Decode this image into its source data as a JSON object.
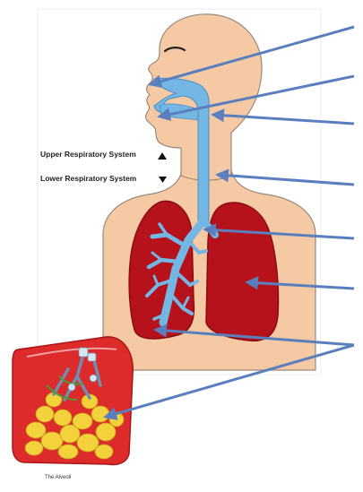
{
  "labels": {
    "upper": "Upper Respiratory System",
    "lower": "Lower Respiratory System",
    "alveoli": "The Alveoli"
  },
  "colors": {
    "skin": "#f4c9a3",
    "skin_outline": "#9a8a7c",
    "airway": "#74b6e4",
    "lung": "#b5121b",
    "lung_dark": "#8a0c12",
    "arrow": "#5a7fbf",
    "alveoli_bg": "#dd2a2a",
    "alveoli_sacs": "#f4d23c"
  },
  "icons": [
    "upward-triangle-icon",
    "downward-triangle-icon"
  ]
}
